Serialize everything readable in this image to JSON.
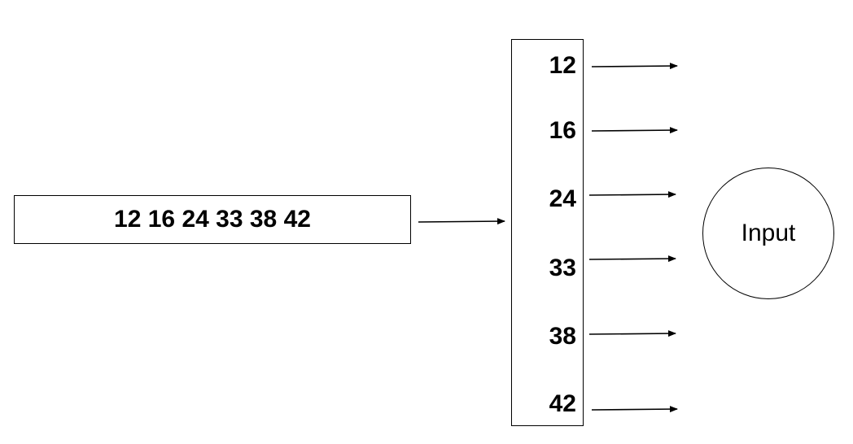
{
  "sequence": {
    "text": "12 16 24 33 38 42"
  },
  "column": {
    "values": [
      "12",
      "16",
      "24",
      "33",
      "38",
      "42"
    ]
  },
  "input_node": {
    "label": "Input"
  }
}
